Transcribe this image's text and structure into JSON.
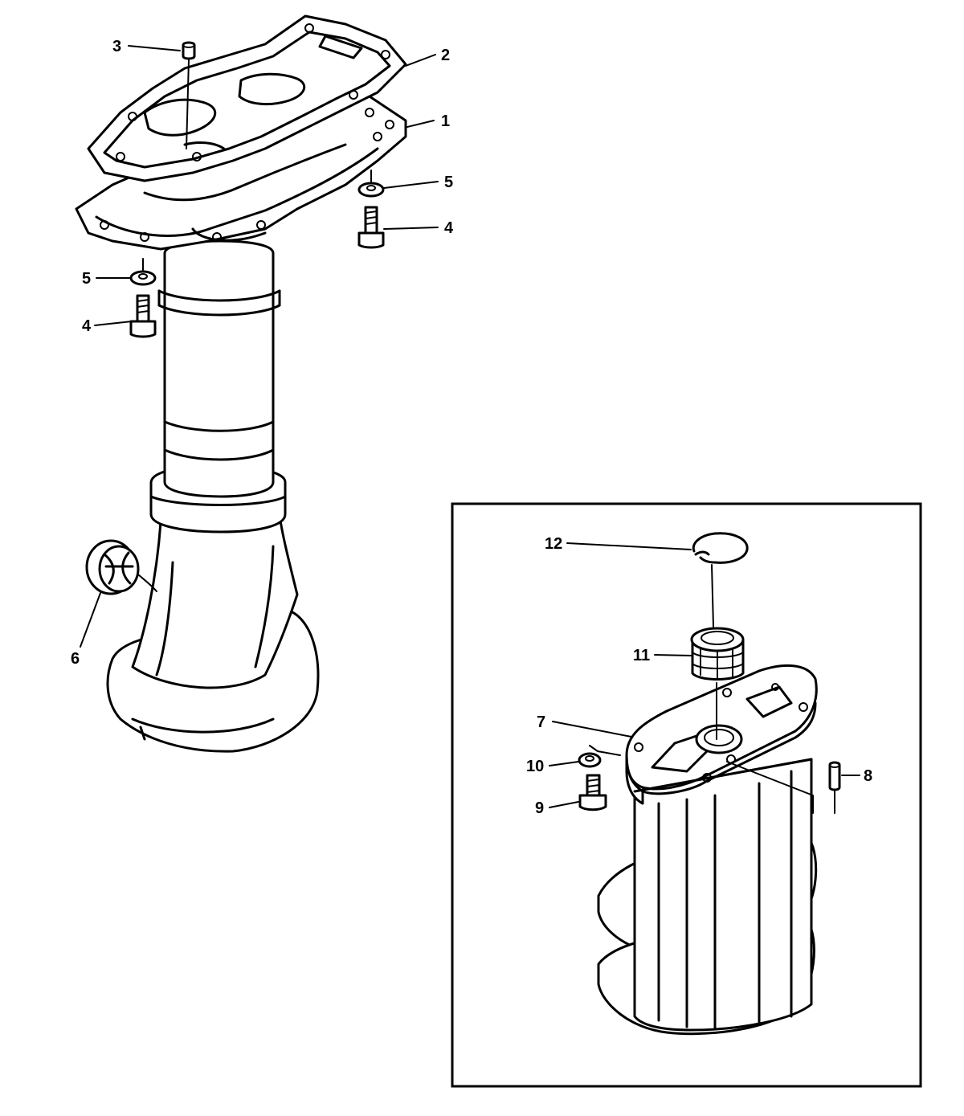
{
  "callouts": {
    "c1": "1",
    "c2": "2",
    "c3": "3",
    "c4a": "4",
    "c4b": "4",
    "c5a": "5",
    "c5b": "5",
    "c6": "6",
    "c7": "7",
    "c8": "8",
    "c9": "9",
    "c10": "10",
    "c11": "11",
    "c12": "12"
  },
  "colors": {
    "ink": "#000000",
    "paper": "#ffffff"
  }
}
